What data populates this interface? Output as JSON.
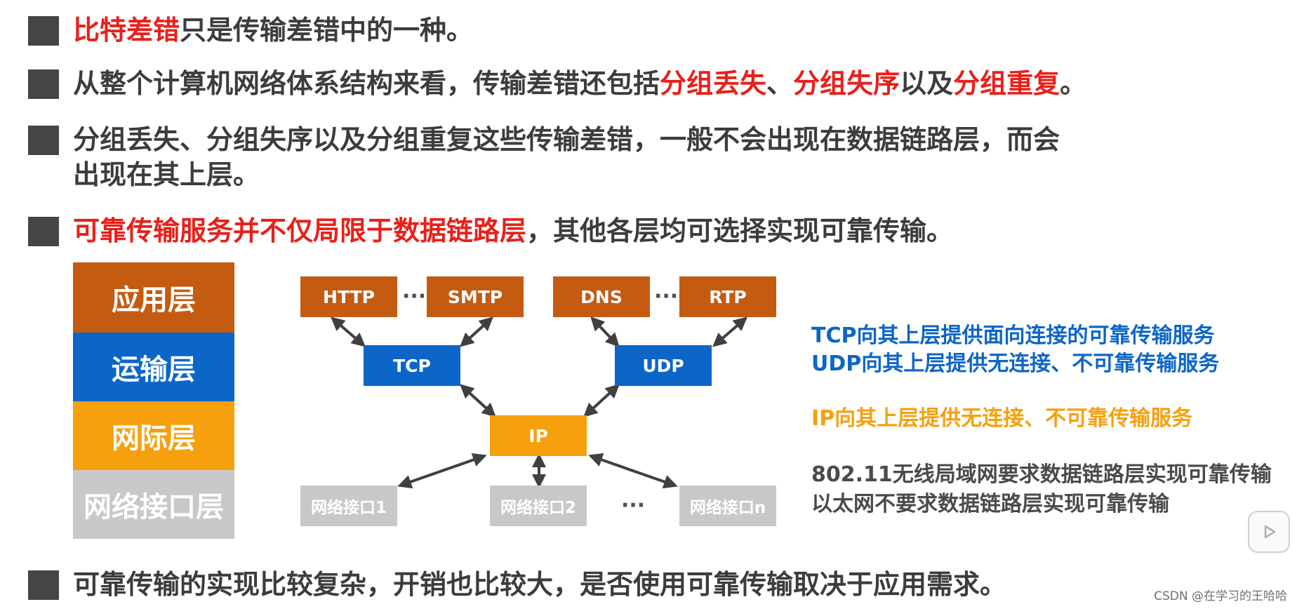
{
  "bullets": {
    "b1": {
      "red": "比特差错",
      "rest": "只是传输差错中的一种。"
    },
    "b2": {
      "p1": "从整个计算机网络体系结构来看，传输差错还包括",
      "r1": "分组丢失",
      "p2": "、",
      "r2": "分组失序",
      "p3": "以及",
      "r3": "分组重复",
      "p4": "。"
    },
    "b3": {
      "line1": "分组丢失、分组失序以及分组重复这些传输差错，一般不会出现在数据链路层，而会",
      "line2": "出现在其上层。"
    },
    "b4": {
      "red": "可靠传输服务并不仅局限于数据链路层",
      "rest": "，其他各层均可选择实现可靠传输。"
    },
    "b5": {
      "text": "可靠传输的实现比较复杂，开销也比较大，是否使用可靠传输取决于应用需求。"
    }
  },
  "layers": {
    "application": "应用层",
    "transport": "运输层",
    "internet": "网际层",
    "network_interface": "网络接口层"
  },
  "protocols": {
    "http": "HTTP",
    "smtp": "SMTP",
    "dns": "DNS",
    "rtp": "RTP",
    "tcp": "TCP",
    "udp": "UDP",
    "ip": "IP",
    "nif1": "网络接口1",
    "nif2": "网络接口2",
    "nifn": "网络接口n",
    "ellipsis": "···"
  },
  "notes": {
    "tcp": "TCP向其上层提供面向连接的可靠传输服务",
    "udp": "UDP向其上层提供无连接、不可靠传输服务",
    "ip": "IP向其上层提供无连接、不可靠传输服务",
    "wlan": "802.11无线局域网要求数据链路层实现可靠传输",
    "ethernet": "以太网不要求数据链路层实现可靠传输"
  },
  "watermark": "CSDN @在学习的王哈哈",
  "colors": {
    "highlight_red": "#e8201a",
    "application": "#c55a11",
    "transport": "#0c66c7",
    "internet": "#f6a00d",
    "network_interface": "#c8c8c8",
    "note_blue": "#0c66c7",
    "note_orange": "#f6a00d",
    "note_gray": "#4a4a4a"
  },
  "icons": {
    "play": "play-icon"
  }
}
